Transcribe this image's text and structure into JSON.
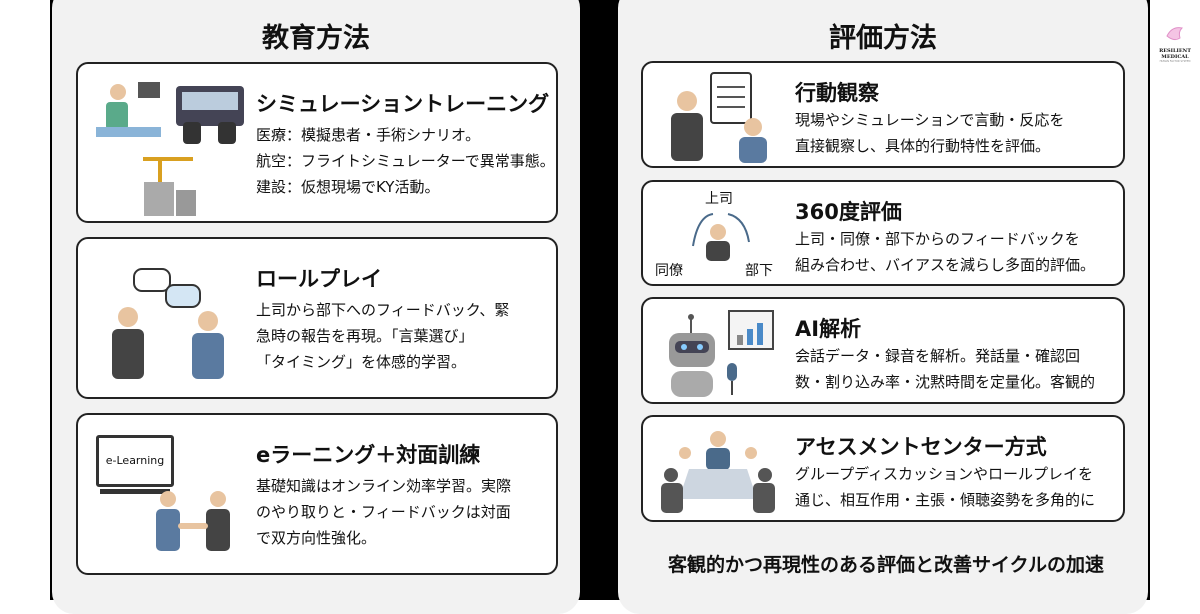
{
  "left_panel": {
    "title": "教育方法",
    "cards": [
      {
        "title": "シミュレーショントレーニング",
        "lines": [
          "医療：模擬患者・手術シナリオ。",
          "航空：フライトシミュレーターで異常事態。",
          "建設：仮想現場でKY活動。"
        ]
      },
      {
        "title": "ロールプレイ",
        "lines": [
          "上司から部下へのフィードバック、緊",
          "急時の報告を再現。「言葉選び」",
          "「タイミング」を体感的学習。"
        ]
      },
      {
        "title": "eラーニング＋対面訓練",
        "icon_label": "e-Learning",
        "lines": [
          "基礎知識はオンライン効率学習。実際",
          "のやり取りと・フィードバックは対面",
          "で双方向性強化。"
        ]
      }
    ]
  },
  "right_panel": {
    "title": "評価方法",
    "cards": [
      {
        "title": "行動観察",
        "lines": [
          "現場やシミュレーションで言動・反応を",
          "直接観察し、具体的行動特性を評価。"
        ]
      },
      {
        "title": "360度評価",
        "icon_labels": [
          "上司",
          "同僚",
          "部下"
        ],
        "lines": [
          "上司・同僚・部下からのフィードバックを",
          "組み合わせ、バイアスを減らし多面的評価。"
        ]
      },
      {
        "title": "AI解析",
        "lines": [
          "会話データ・録音を解析。発話量・確認回",
          "数・割り込み率・沈黙時間を定量化。客観的"
        ]
      },
      {
        "title": "アセスメントセンター方式",
        "lines": [
          "グループディスカッションやロールプレイを",
          "通じ、相互作用・主張・傾聴姿勢を多角的に"
        ]
      }
    ],
    "footer": "客観的かつ再現性のある評価と改善サイクルの加速"
  },
  "logo": {
    "name": "RESILIENT MEDICAL",
    "tagline": "HUMAN FACTOR SYSTEM"
  },
  "colors": {
    "panel": "#f2f2f2",
    "accent_blue": "#4a6a8a",
    "teal": "#5aaa8a"
  }
}
